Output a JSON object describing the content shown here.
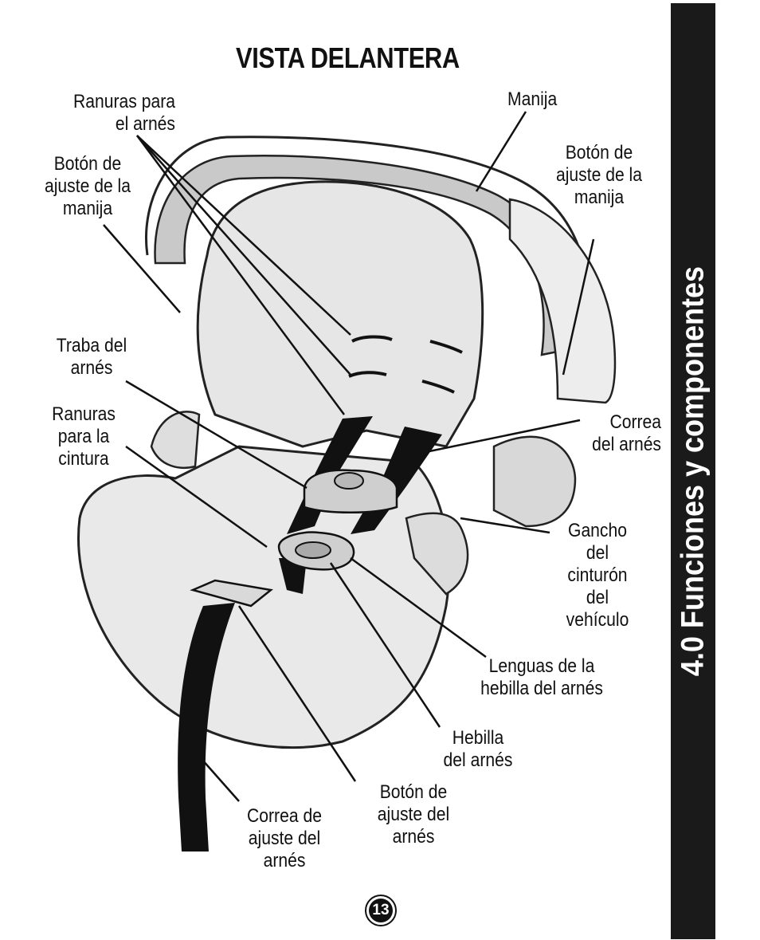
{
  "title": "VISTA DELANTERA",
  "labels": {
    "ranuras_arnes": "Ranuras para\nel arnés",
    "boton_manija_izq": "Botón de\najuste de la\nmanija",
    "traba": "Traba del\narnés",
    "ranuras_cintura": "Ranuras\npara la\ncintura",
    "manija": "Manija",
    "boton_manija_der": "Botón de\najuste de la\nmanija",
    "correa_arnes": "Correa\ndel arnés",
    "gancho": "Gancho\ndel\ncinturón\ndel\nvehículo",
    "lenguas": "Lenguas de la\nhebilla del arnés",
    "hebilla": "Hebilla\ndel arnés",
    "boton_arnes": "Botón de\najuste del\narnés",
    "correa_ajuste": "Correa de\najuste del\narnés"
  },
  "sidebar": {
    "text": "4.0 Funciones y componentes"
  },
  "page_number": "13",
  "colors": {
    "sidebar": "#1a1a1a",
    "seat_fill": "#e6e6e6",
    "handle_fill": "#c9c9c9",
    "strap": "#111111"
  }
}
